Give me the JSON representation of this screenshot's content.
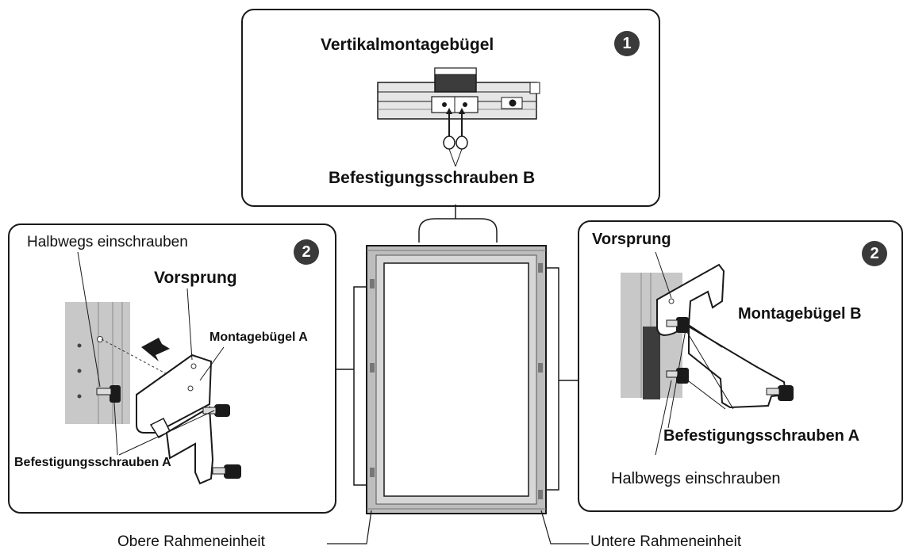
{
  "top_panel": {
    "step": "1",
    "title": "Vertikalmontagebügel",
    "screws": "Befestigungsschrauben B"
  },
  "left_panel": {
    "step": "2",
    "half_screw": "Halbwegs einschrauben",
    "projection": "Vorsprung",
    "bracket": "Montagebügel A",
    "screws": "Befestigungsschrauben A"
  },
  "right_panel": {
    "step": "2",
    "projection": "Vorsprung",
    "bracket": "Montagebügel B",
    "screws": "Befestigungsschrauben A",
    "half_screw": "Halbwegs einschrauben"
  },
  "frame": {
    "upper_unit": "Obere Rahmeneinheit",
    "lower_unit": "Untere Rahmeneinheit"
  },
  "colors": {
    "line": "#1a1a1a",
    "wall_gray": "#c8c8c8",
    "frame_gray": "#bdbdbd",
    "badge": "#3a3a3a"
  }
}
